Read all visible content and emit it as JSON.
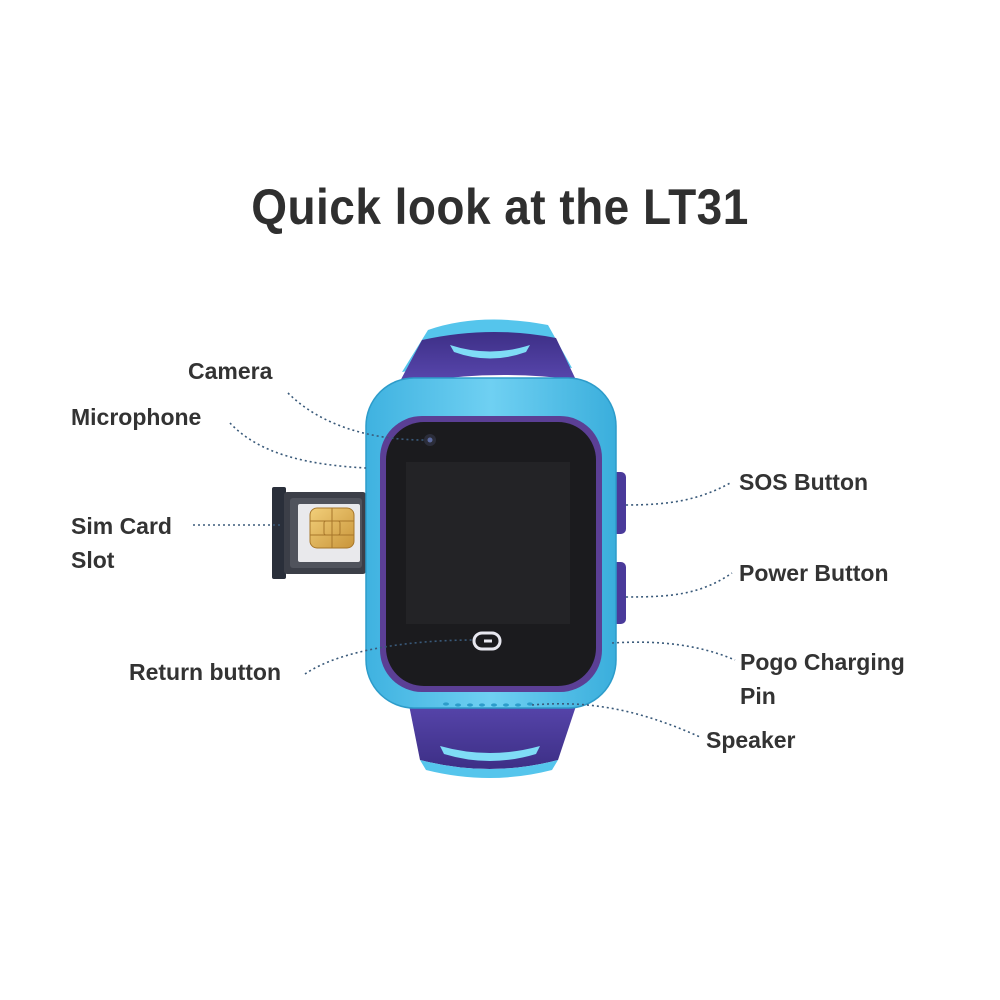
{
  "title": "Quick look at the LT31",
  "labels": {
    "camera": "Camera",
    "microphone": "Microphone",
    "sim_card_slot_line1": "Sim Card",
    "sim_card_slot_line2": "Slot",
    "return_button": "Return button",
    "sos_button": "SOS Button",
    "power_button": "Power Button",
    "pogo_charging_pin_line1": "Pogo Charging",
    "pogo_charging_pin_line2": "Pin",
    "speaker": "Speaker"
  },
  "colors": {
    "title_text": "#2f2f2f",
    "label_text": "#333333",
    "leader_line": "#3a5a7a",
    "watch_case_blue": "#4fc1ea",
    "strap_purple": "#4a3a9a",
    "bezel_purple": "#5b3f95",
    "screen": "#1b1b1e",
    "sim_chip_gold": "#e3b65a"
  }
}
